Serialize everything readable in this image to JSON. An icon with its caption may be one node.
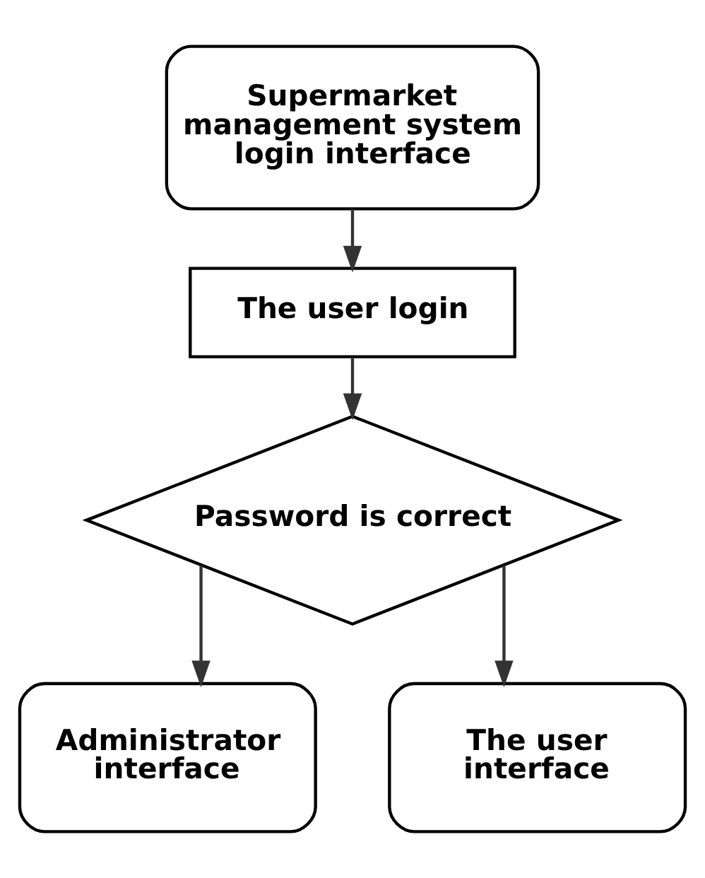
{
  "diagram": {
    "nodes": [
      {
        "text": [
          "Supermarket management system login interface"
        ]
      },
      {
        "text": [
          "The user login"
        ]
      },
      {
        "text": [
          "Password is correct"
        ]
      },
      {
        "text": [
          "Administrator interface"
        ]
      },
      {
        "text": [
          "The user interface"
        ]
      }
    ],
    "edges": [
      {
        "from": 0,
        "to": 1,
        "arrow": "to"
      },
      {
        "from": 1,
        "to": 2,
        "arrow": "to"
      },
      {
        "from": 2,
        "to": 3,
        "arrow": "to"
      },
      {
        "from": 2,
        "to": 4,
        "arrow": "to"
      }
    ]
  }
}
